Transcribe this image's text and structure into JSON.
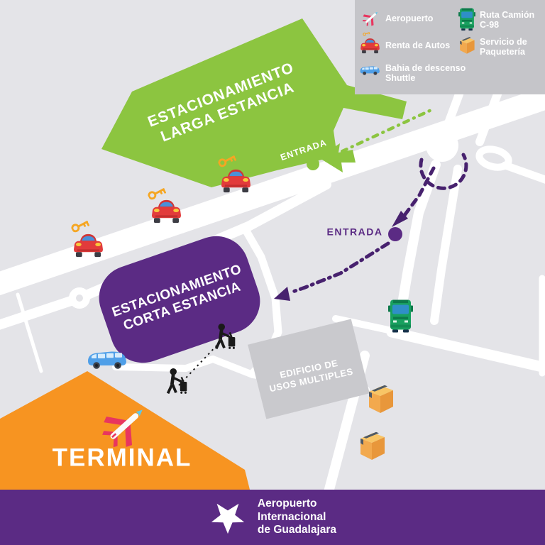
{
  "map": {
    "background": "#e4e4e8",
    "road_color": "#ffffff",
    "walk_path_color": "#1a1a1a"
  },
  "legend": {
    "background": "#c5c5c9",
    "items": [
      {
        "icon": "airplane-icon",
        "label": "Aeropuerto"
      },
      {
        "icon": "car-rental-icon",
        "label": "Renta de Autos"
      },
      {
        "icon": "shuttle-van-icon",
        "label": "Bahia de descenso\nShuttle"
      },
      {
        "icon": "bus-icon",
        "label": "Ruta Camión\nC-98"
      },
      {
        "icon": "package-icon",
        "label": "Servicio de\nPaquetería"
      }
    ]
  },
  "zones": {
    "long_parking": {
      "label": "ESTACIONAMIENTO\nLARGA ESTANCIA",
      "color": "#8cc540",
      "entrance_label": "ENTRADA"
    },
    "short_parking": {
      "label": "ESTACIONAMIENTO\nCORTA ESTANCIA",
      "color": "#5b2b84",
      "entrance_label": "ENTRADA"
    },
    "building": {
      "label": "EDIFICIO DE\nUSOS MULTIPLES",
      "color": "#c9c9cd"
    },
    "terminal": {
      "label": "TERMINAL",
      "color": "#f79421"
    }
  },
  "routes": {
    "car_route_color": "#47216e",
    "green_route_color": "#8cc540"
  },
  "footer": {
    "logo": "star-logo",
    "title": "Aeropuerto\nInternacional\nde Guadalajara",
    "background": "#5b2b84"
  }
}
